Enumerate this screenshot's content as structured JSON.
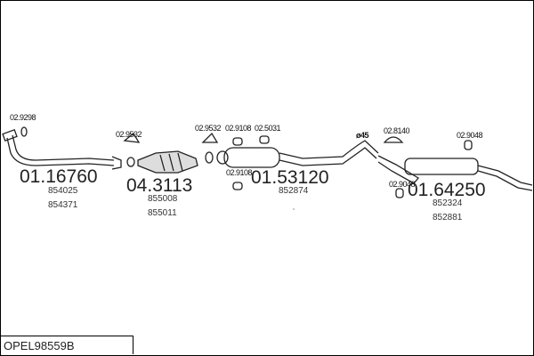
{
  "diagram_code": "OPEL98559B",
  "parts": [
    {
      "number": "01.16760",
      "refs": [
        "854025",
        "854371"
      ]
    },
    {
      "number": "04.3113",
      "refs": [
        "855008",
        "855011"
      ]
    },
    {
      "number": "01.53120",
      "refs": [
        "852874"
      ]
    },
    {
      "number": "01.64250",
      "refs": [
        "852324",
        "852881"
      ]
    }
  ],
  "fittings": [
    "02.9298",
    "02.9532",
    "02.9532",
    "02.9108",
    "02.5031",
    "02.9108",
    "ø45",
    "02.8140",
    "02.9048",
    "02.9048"
  ]
}
